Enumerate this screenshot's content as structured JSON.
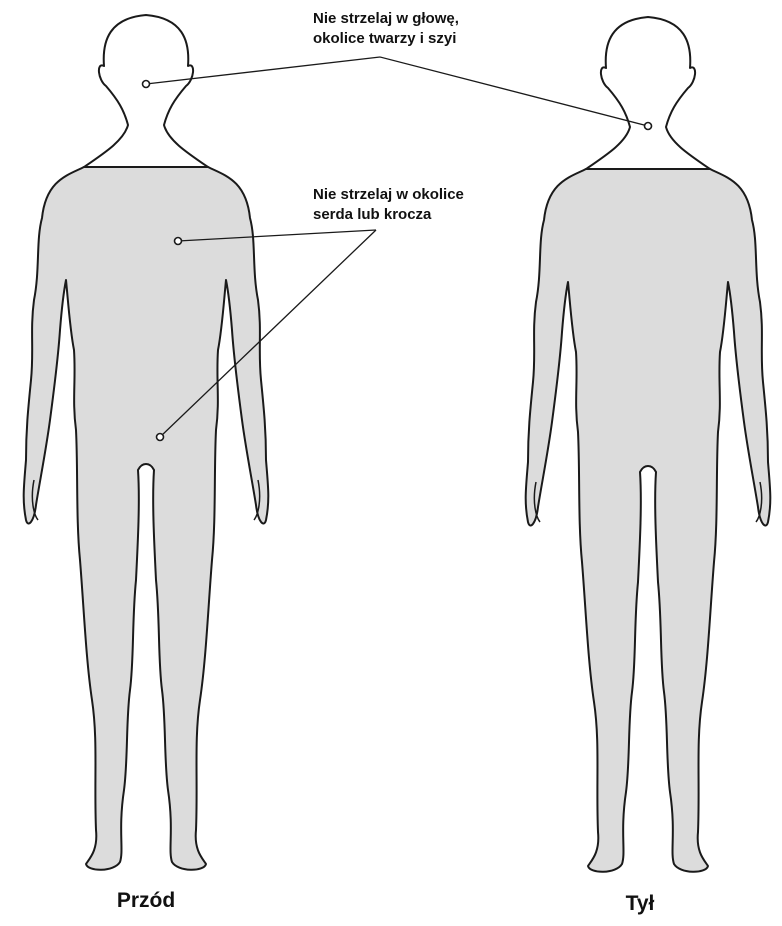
{
  "figure": {
    "colors": {
      "allowed_zone_fill": "#dcdcdc",
      "outline": "#1a1a1a",
      "background": "#ffffff",
      "text": "#111111"
    },
    "callouts": [
      {
        "id": "head",
        "lines": [
          "Nie strzelaj w głowę,",
          "okolice twarzy i szyi"
        ]
      },
      {
        "id": "heart",
        "lines": [
          "Nie strzelaj w okolice",
          "serda lub krocza"
        ]
      }
    ],
    "views": [
      {
        "id": "front",
        "label": "Przód"
      },
      {
        "id": "back",
        "label": "Tył"
      }
    ]
  }
}
